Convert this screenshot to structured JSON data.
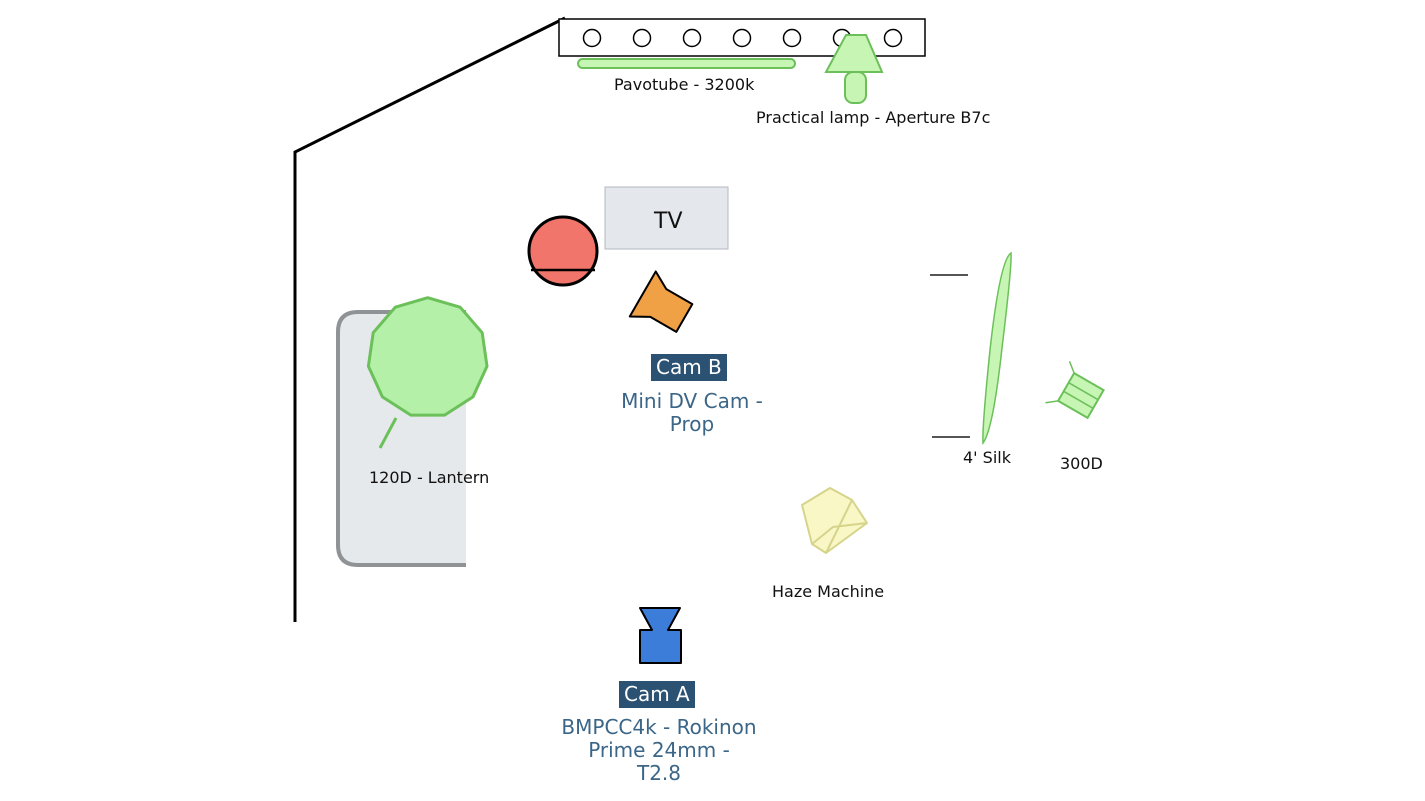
{
  "colors": {
    "light_fill": "#c6f5b4",
    "light_stroke": "#6cc05a",
    "lantern_fill": "#b4f0a8",
    "haze_fill": "#f9f7c6",
    "haze_stroke": "#d6d48a",
    "tv_fill": "#e4e8ec",
    "couch_fill": "#e6e9ec",
    "couch_stroke": "#8f9396",
    "cam_a_fill": "#3c7dd9",
    "cam_b_fill": "#f0a045",
    "table_fill": "#f2756b",
    "tag_bg": "#2c5273",
    "desc_text": "#3b6688"
  },
  "labels": {
    "pavotube": "Pavotube - 3200k",
    "practical": "Practical lamp - Aperture B7c",
    "tv": "TV",
    "lantern": "120D - Lantern",
    "silk": "4' Silk",
    "light_300d": "300D",
    "haze": "Haze Machine"
  },
  "cam_b": {
    "tag": "Cam B",
    "desc_line1": "Mini DV Cam -",
    "desc_line2": "Prop"
  },
  "cam_a": {
    "tag": "Cam A",
    "desc_line1": "BMPCC4k - Rokinon",
    "desc_line2": "Prime 24mm -",
    "desc_line3": "T2.8"
  },
  "icons": {
    "wall": "wall-outline",
    "lightbar": "light-bar-icon",
    "bulbs": "bulb-icon",
    "pavotube": "tube-light-icon",
    "lamp": "lamp-icon",
    "tv": "tv-icon",
    "table": "round-table-icon",
    "cam_b": "camera-icon",
    "couch": "couch-icon",
    "lantern": "lantern-icon",
    "silk": "silk-frame-icon",
    "light_300d": "light-fixture-icon",
    "haze": "haze-machine-icon",
    "cam_a": "camera-icon"
  }
}
